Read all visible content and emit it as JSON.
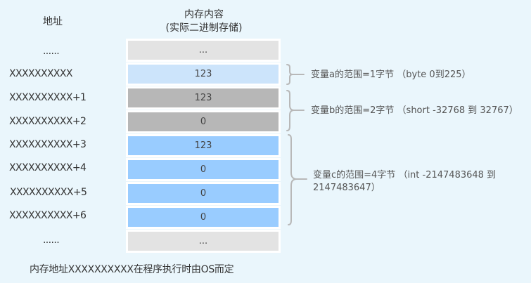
{
  "headers": {
    "address": "地址",
    "memory_line1": "内存内容",
    "memory_line2": "(实际二进制存储)"
  },
  "rows": [
    {
      "address": "......",
      "value": "...",
      "type": "ellipsis",
      "color": "#e3e3e3"
    },
    {
      "address": "XXXXXXXXXX",
      "value": "123",
      "type": "byte",
      "color": "#cce4fb"
    },
    {
      "address": "XXXXXXXXXX+1",
      "value": "123",
      "type": "short",
      "color": "#b7b7b7"
    },
    {
      "address": "XXXXXXXXXX+2",
      "value": "0",
      "type": "short",
      "color": "#b7b7b7"
    },
    {
      "address": "XXXXXXXXXX+3",
      "value": "123",
      "type": "int",
      "color": "#99ccff"
    },
    {
      "address": "XXXXXXXXXX+4",
      "value": "0",
      "type": "int",
      "color": "#99ccff"
    },
    {
      "address": "XXXXXXXXXX+5",
      "value": "0",
      "type": "int",
      "color": "#99ccff"
    },
    {
      "address": "XXXXXXXXXX+6",
      "value": "0",
      "type": "int",
      "color": "#99ccff"
    },
    {
      "address": "......",
      "value": "...",
      "type": "ellipsis",
      "color": "#e3e3e3"
    }
  ],
  "annotations": {
    "a": "变量a的范围=1字节 （byte 0到225）",
    "b": "变量b的范围=2字节 （short -32768 到 32767）",
    "c_line1": "变量c的范围=4字节 （int -2147483648 到",
    "c_line2": "2147483647）"
  },
  "footer": "内存地址XXXXXXXXXX在程序执行时由OS而定",
  "colors": {
    "background": "#eaf6fc",
    "byte": "#cce4fb",
    "short": "#b7b7b7",
    "int": "#99ccff",
    "ellipsis": "#e3e3e3",
    "brace": "#b8b8b8"
  }
}
